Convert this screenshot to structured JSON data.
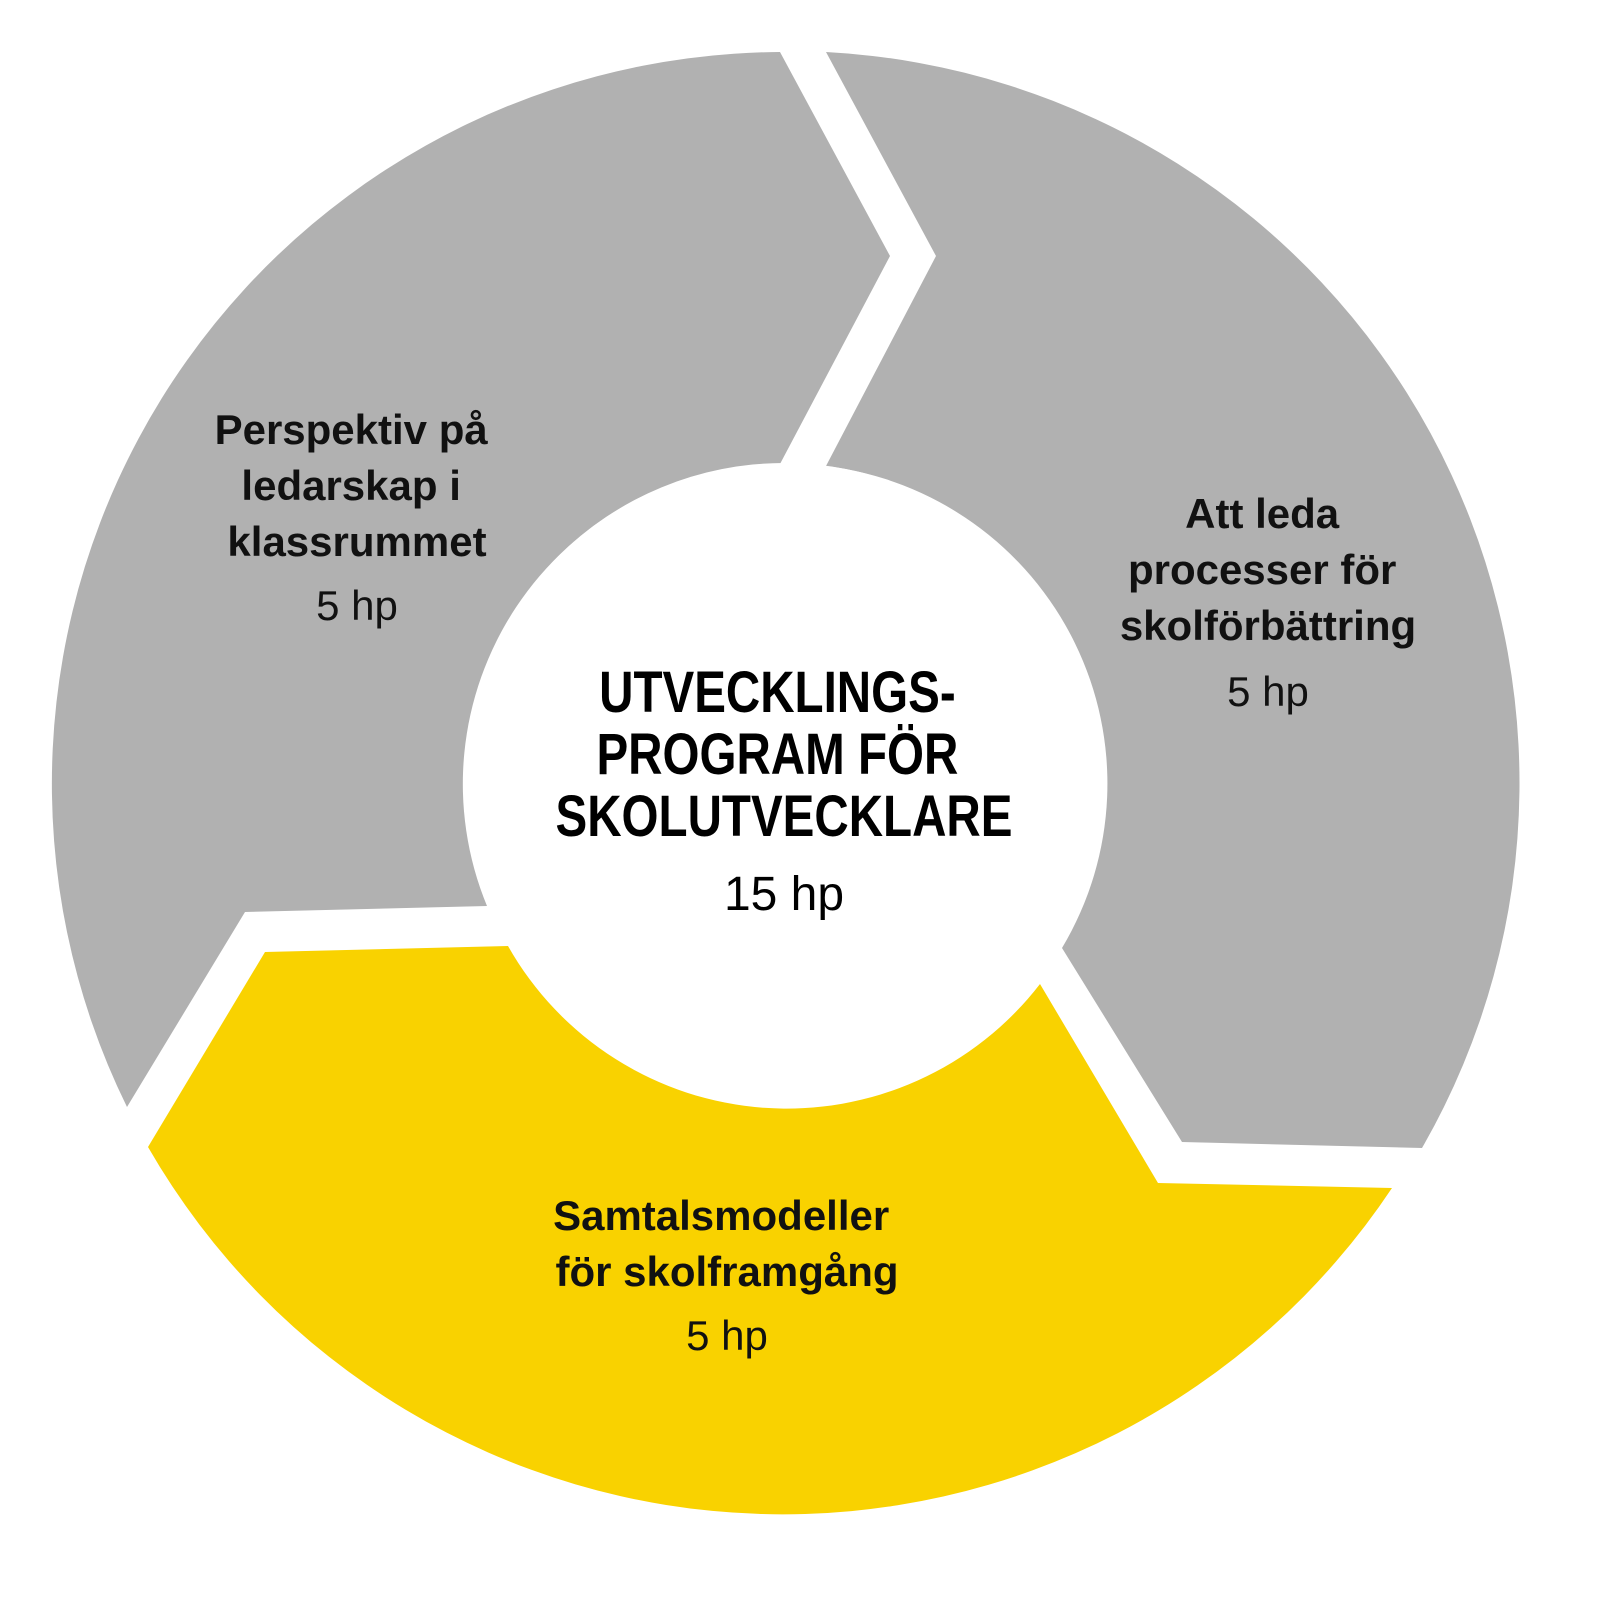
{
  "colors": {
    "background": "#ffffff",
    "segment_gray": "#b1b1b1",
    "segment_highlight": "#f9d200",
    "text": "#111111"
  },
  "center": {
    "title_lines": [
      "UTVECKLINGS-",
      "PROGRAM FÖR",
      "SKOLUTVECKLARE"
    ],
    "credits": "15 hp"
  },
  "segments": [
    {
      "id": "left",
      "title_lines": [
        "Perspektiv på",
        "ledarskap i",
        "klassrummet"
      ],
      "credits": "5 hp",
      "highlighted": false
    },
    {
      "id": "right",
      "title_lines": [
        "Att leda",
        "processer för",
        "skolförbättring"
      ],
      "credits": "5 hp",
      "highlighted": false
    },
    {
      "id": "bottom",
      "title_lines": [
        "Samtalsmodeller",
        "för skolframgång"
      ],
      "credits": "5 hp",
      "highlighted": true
    }
  ]
}
